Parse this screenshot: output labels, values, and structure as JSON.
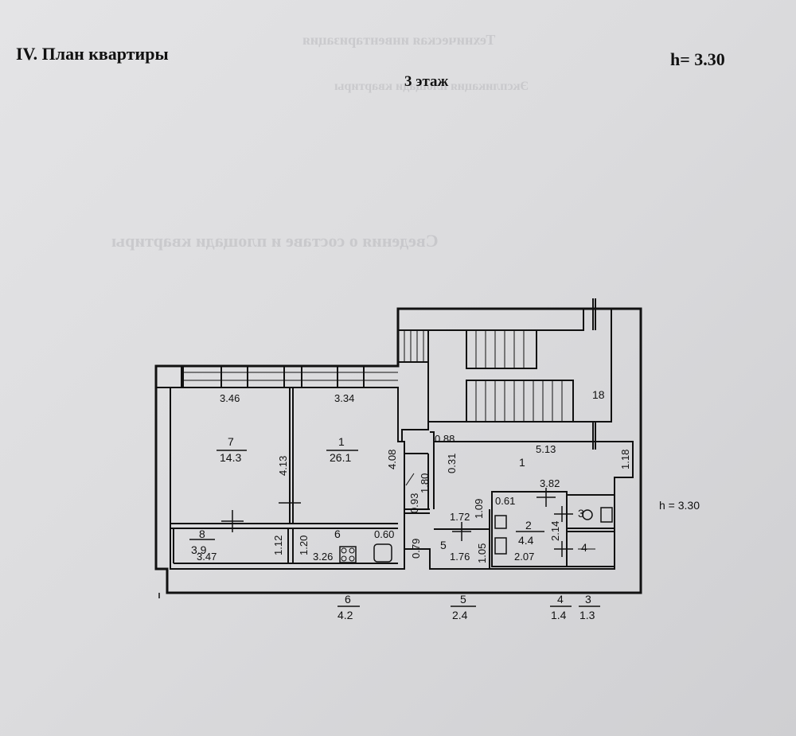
{
  "header": {
    "title": "IV. План квартиры",
    "floor": "3 этаж",
    "ceiling_height": "h= 3.30"
  },
  "plan": {
    "side_height_note": "h = 3.30",
    "rooms": [
      {
        "number": "7",
        "area": "14.3"
      },
      {
        "number": "1",
        "area": "26.1"
      },
      {
        "number": "8",
        "area": "3.9"
      },
      {
        "number": "6",
        "area": ""
      },
      {
        "number": "1",
        "area": ""
      },
      {
        "number": "2",
        "area": "4.4"
      },
      {
        "number": "5",
        "area": ""
      },
      {
        "number": "3",
        "area": ""
      },
      {
        "number": "4",
        "area": ""
      },
      {
        "number": "18",
        "area": ""
      }
    ],
    "dimensions": {
      "room7_width": "3.46",
      "room1_width": "3.34",
      "room7_depth": "4.13",
      "room1_depth": "4.08",
      "room8_width": "3.47",
      "room8_depth": "1.12",
      "kitchen_depth": "1.20",
      "kitchen_width": "3.26",
      "kitchen_niche": "0.60",
      "door_1_80": "1.80",
      "door_0_93": "0.93",
      "entry_0_79": "0.79",
      "corr_0_88": "0.88",
      "corr_0_31": "0.31",
      "corr_5_13": "5.13",
      "corr_1_18": "1.18",
      "bath_3_82": "3.82",
      "bath_0_61": "0.61",
      "bath_1_09": "1.09",
      "bath_2_14": "2.14",
      "bath_2_07": "2.07",
      "room5_1_72": "1.72",
      "room5_1_76": "1.76",
      "room5_1_05": "1.05"
    },
    "summary": [
      {
        "number": "6",
        "area": "4.2"
      },
      {
        "number": "5",
        "area": "2.4"
      },
      {
        "number": "4",
        "area": "1.4"
      },
      {
        "number": "3",
        "area": "1.3"
      }
    ]
  },
  "show_through": {
    "line1": "Сведения о составе и площади квартиры",
    "line2": "Техническая инвентаризация",
    "line3": "Экспликация площади квартиры"
  }
}
